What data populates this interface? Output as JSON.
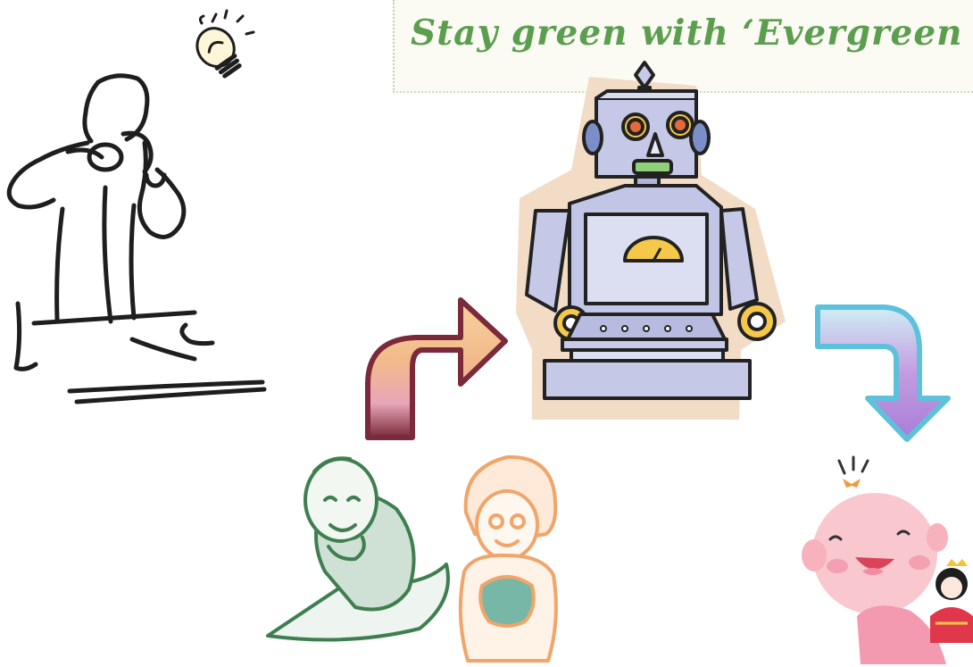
{
  "banner": {
    "title": "Stay green with ‘Evergreen"
  },
  "colors": {
    "title_green": "#5a9e4e",
    "robot_body": "#b9bde0",
    "robot_outline": "#2a2a2a",
    "robot_glow": "#f3dcc6",
    "arrow_warm_top": "#f5c27a",
    "arrow_warm_bottom": "#7a2a3a",
    "arrow_cool_top": "#bfe6f2",
    "arrow_cool_bottom": "#b07ad6",
    "elder_man_green": "#3f7f4f",
    "elder_woman_orange": "#f0a56a",
    "baby_pink": "#f4b8c6",
    "line_art": "#1e1e1e"
  },
  "icons": [
    "light-bulb-icon",
    "scientist-illustration",
    "up-right-arrow-icon",
    "down-arrow-icon",
    "robot-illustration",
    "elderly-man-illustration",
    "elderly-woman-illustration",
    "baby-illustration",
    "doll-illustration"
  ]
}
